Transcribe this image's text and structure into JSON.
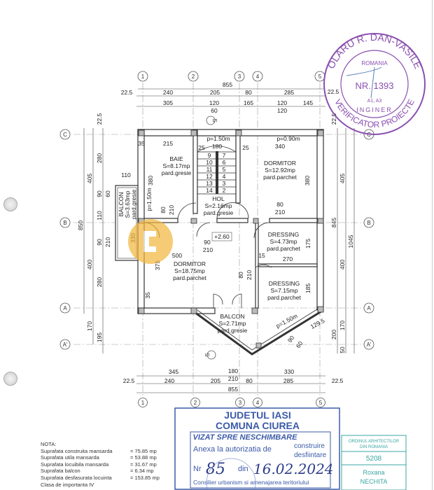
{
  "grid": {
    "cols": [
      "1",
      "2",
      "3",
      "4",
      "5"
    ],
    "rows": [
      "C",
      "B",
      "A",
      "A'"
    ],
    "section_marker": "S"
  },
  "dims": {
    "top_total": "855",
    "top_row": [
      "22.5",
      "240",
      "205",
      "80",
      "285",
      "22.5"
    ],
    "top_openings": [
      "305",
      "120",
      "60",
      "165",
      "120",
      "120",
      "145"
    ],
    "bottom_openings": [
      "345",
      "180",
      "210",
      "330"
    ],
    "bottom_row": [
      "22.5",
      "240",
      "205",
      "80",
      "285",
      "22.5"
    ],
    "bottom_total": "855",
    "left_total": "850",
    "left_axes": [
      "405",
      "400",
      "170"
    ],
    "left_openings": [
      "22.5",
      "280",
      "90",
      "60",
      "110",
      "90",
      "210",
      "280",
      "195"
    ],
    "right_axes": [
      "845",
      "200"
    ],
    "right_mid": [
      "405",
      "400",
      "170",
      "50"
    ],
    "right_total": "1045",
    "right_top": "22.5",
    "interior": {
      "wall": "35",
      "baie_width": "215",
      "stair_window": "p=1.50m",
      "stair_width": "180",
      "stair_offset": "25",
      "dorm_window": "p=0.90m",
      "dorm_width": "340",
      "room_height": "380",
      "balcony_offset": "110",
      "balcony_window": "p=1.50m",
      "door_w": "80",
      "door_h": "210",
      "door_hol_w": "90",
      "dorm2_width": "500",
      "dorm2_height": "375",
      "dressing1_width": "270",
      "dressing1_height": "175",
      "dressing2_height": "185",
      "partition": "15",
      "balcony_wall": "25",
      "window_se": "p=1.50m",
      "diag": "129.5",
      "se_90": "90",
      "se_60": "60",
      "left_350": "330"
    },
    "level": "+2.60"
  },
  "stairs": {
    "left": [
      "9",
      "10",
      "11",
      "12",
      "13",
      "14"
    ],
    "right": [
      "7",
      "6",
      "5",
      "4",
      "3",
      "2"
    ]
  },
  "rooms": [
    {
      "name": "BAIE",
      "area": "S=8.17mp",
      "floor": "pard.gresie"
    },
    {
      "name": "DORMITOR",
      "area": "S=12.92mp",
      "floor": "pard.parchet"
    },
    {
      "name": "HOL",
      "area": "S=2.16mp",
      "floor": "pard.gresie"
    },
    {
      "name": "DORMITOR",
      "area": "S=18.75mp",
      "floor": "pard.parchet"
    },
    {
      "name": "DRESSING",
      "area": "S=4.73mp",
      "floor": "pard.parchet"
    },
    {
      "name": "DRESSING",
      "area": "S=7.15mp",
      "floor": "pard.parchet"
    },
    {
      "name": "BALCON",
      "area": "S=2.71mp",
      "floor": "pard.gresie"
    },
    {
      "name": "BALCON",
      "area": "S=3.63mp",
      "floor": "pard.gresie"
    }
  ],
  "notes": {
    "title": "NOTA:",
    "lines": [
      {
        "label": "Suprafata construita mansarda",
        "value": "= 75.85 mp"
      },
      {
        "label": "Suprafata utila mansarda",
        "value": "= 53.88 mp"
      },
      {
        "label": "Suprafata locuibila mansarda",
        "value": "= 31.67 mp"
      },
      {
        "label": "Suprafata balcon",
        "value": "= 6.34 mp"
      },
      {
        "label": "Suprafata desfasurata locuinta",
        "value": "= 153.85 mp"
      },
      {
        "label": "Clasa de importanta IV",
        "value": ""
      }
    ]
  },
  "stamps": {
    "verifier": {
      "name": "OLARU R. DAN-VASILE",
      "country": "ROMANIA",
      "nr": "NR. 1393",
      "role": "VERIFICATOR PROIECTE",
      "inginer": "INGINER",
      "class": "A1, A3",
      "color": "#8a4fb0"
    },
    "municipal": {
      "line1": "JUDETUL IASI",
      "line2": "COMUNA CIUREA",
      "line3": "VIZAT SPRE NESCHIMBARE",
      "line4": "Anexa la autorizatia de",
      "opt1": "construire",
      "opt2": "desfiintare",
      "nr_label": "Nr",
      "nr_value": "85",
      "din_label": "din",
      "date": "16.02.2024",
      "footer": "Consilier urbanism si amenajarea teritoriului",
      "color": "#3b5aa8"
    },
    "architects": {
      "line1": "ORDINUL ARHITECTILOR",
      "line2": "DIN ROMANIA",
      "number": "5208",
      "name1": "Roxana",
      "name2": "NECHITA",
      "color": "#3aa6a0"
    }
  }
}
